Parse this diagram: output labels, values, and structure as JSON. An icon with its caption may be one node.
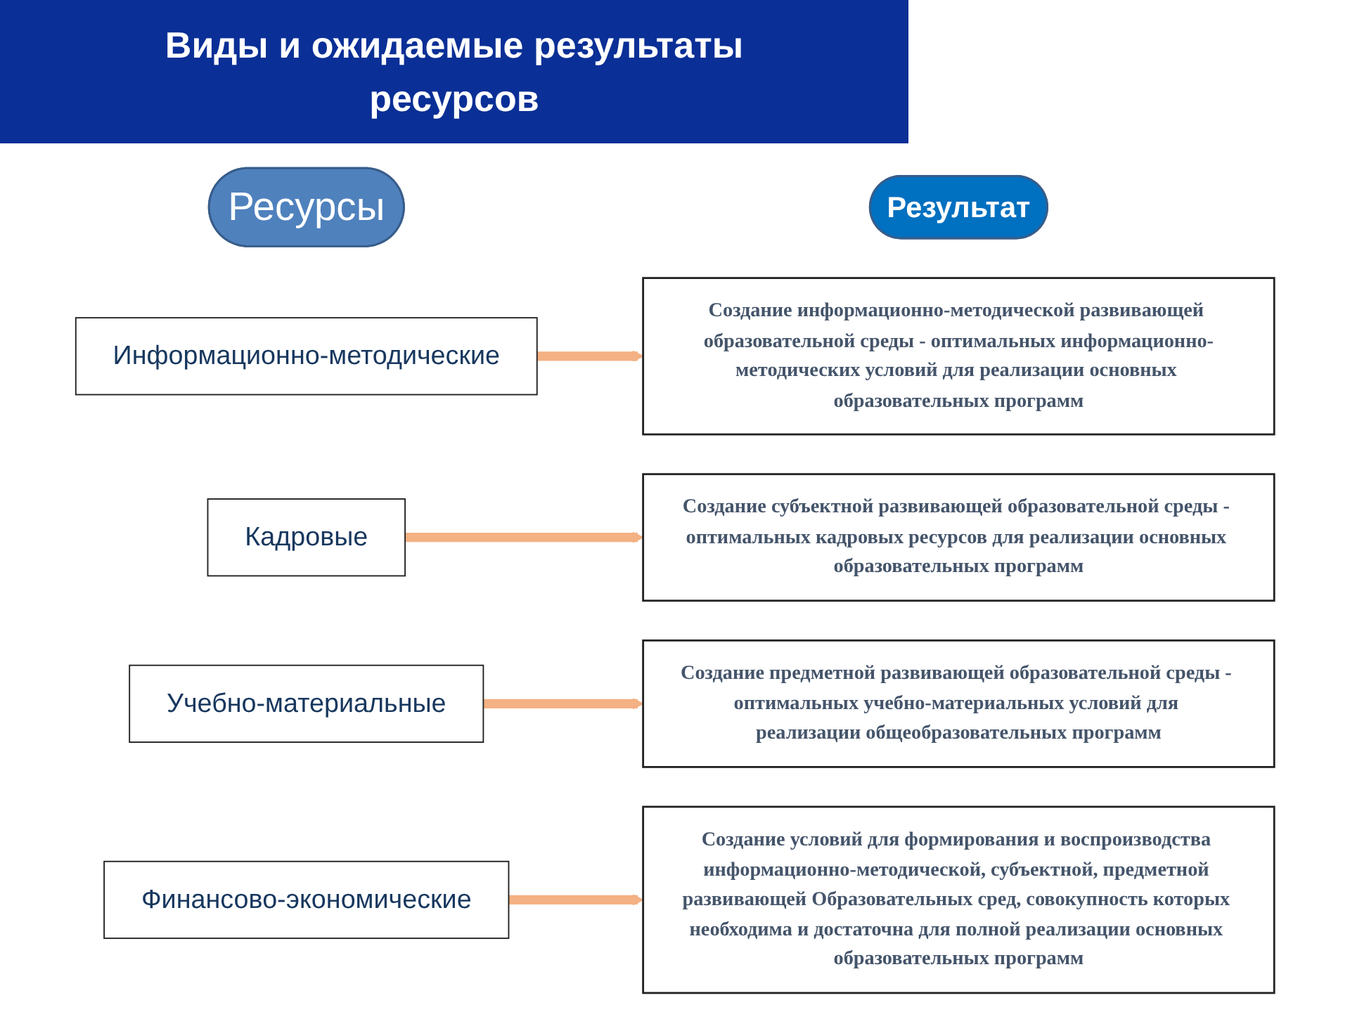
{
  "diagram": {
    "title": "Виды и ожидаемые результаты ресурсов",
    "nodes": [
      {
        "text": [
          "Ресурсы"
        ]
      },
      {
        "text": [
          "Результат"
        ]
      },
      {
        "text": [
          "Информационно-методические"
        ]
      },
      {
        "text": [
          "Создание информационно-методической развивающей образовательной среды - оптимальных информационно-методических условий для реализации основных образовательных программ"
        ]
      },
      {
        "text": [
          "Кадровые"
        ]
      },
      {
        "text": [
          "Создание субъектной развивающей образовательной среды - оптимальных кадровых ресурсов для реализации основных образовательных программ"
        ]
      },
      {
        "text": [
          "Учебно-материальные"
        ]
      },
      {
        "text": [
          "Создание предметной развивающей образовательной среды - оптимальных учебно-материальных условий для реализации общеобразовательных программ"
        ]
      },
      {
        "text": [
          "Финансово-экономические"
        ]
      },
      {
        "text": [
          "Создание условий для формирования и воспроизводства информационно-методической, субъектной, предметной развивающей Образовательных сред, совокупность которых необходима и достаточна для полной реализации основных образовательных программ"
        ]
      }
    ],
    "edges": [
      {
        "from": 2,
        "to": 3,
        "arrow": "to"
      },
      {
        "from": 4,
        "to": 5,
        "arrow": "to"
      },
      {
        "from": 6,
        "to": 7,
        "arrow": "to"
      },
      {
        "from": 8,
        "to": 9,
        "arrow": "to"
      }
    ]
  }
}
